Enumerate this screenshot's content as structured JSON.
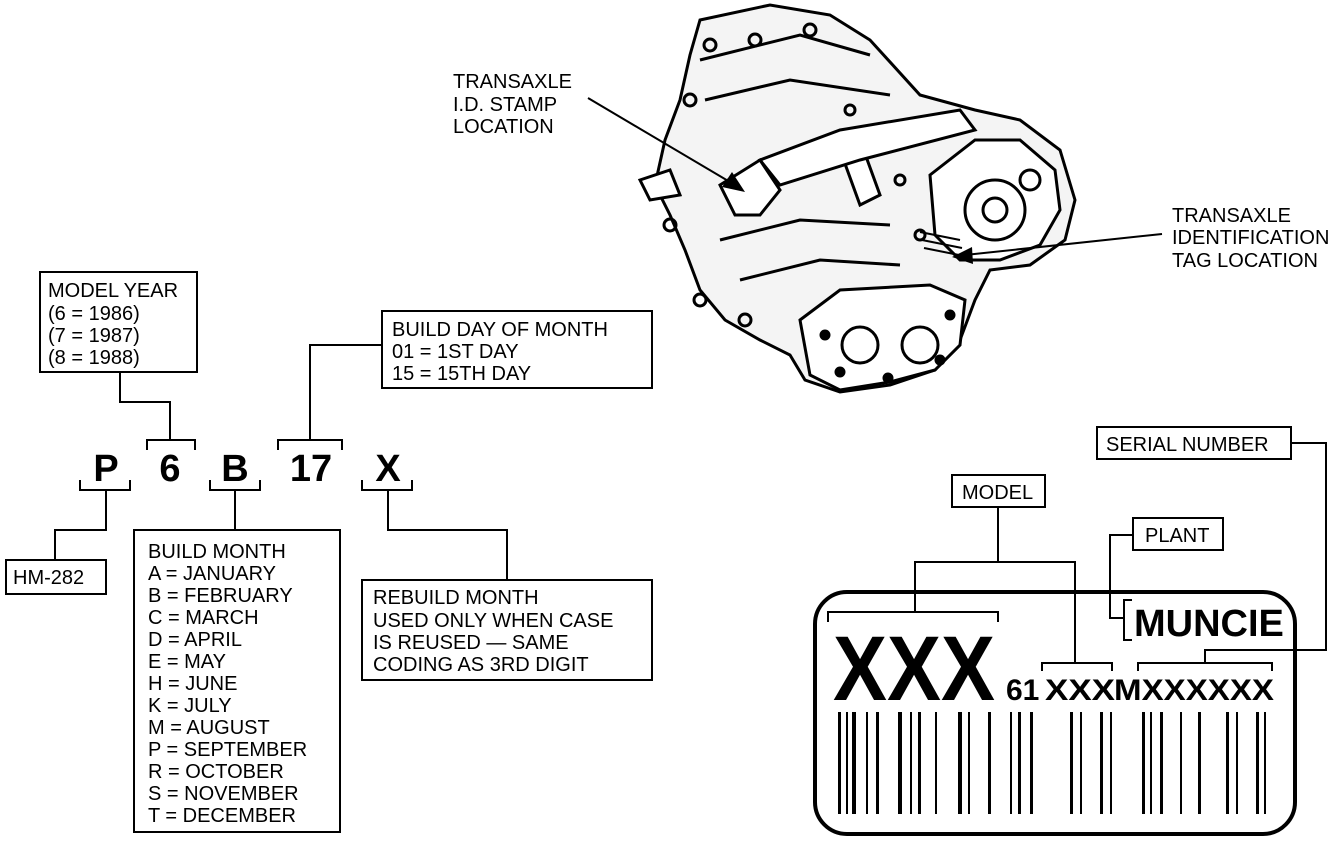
{
  "model_year_box": {
    "title": "MODEL YEAR",
    "lines": [
      "(6 = 1986)",
      "(7 = 1987)",
      "(8 = 1988)"
    ]
  },
  "build_day_box": {
    "title": "BUILD DAY OF MONTH",
    "lines": [
      "01 = 1ST DAY",
      "15 = 15TH DAY"
    ]
  },
  "code_chars": [
    "P",
    "6",
    "B",
    "17",
    "X"
  ],
  "hm_box": {
    "label": "HM-282"
  },
  "build_month_box": {
    "title": "BUILD MONTH",
    "lines": [
      "A = JANUARY",
      "B = FEBRUARY",
      "C = MARCH",
      "D = APRIL",
      "E = MAY",
      "H = JUNE",
      "K = JULY",
      "M = AUGUST",
      "P = SEPTEMBER",
      "R = OCTOBER",
      "S = NOVEMBER",
      "T = DECEMBER"
    ]
  },
  "rebuild_box": {
    "lines": [
      "REBUILD MONTH",
      "USED ONLY WHEN CASE",
      "IS REUSED — SAME",
      "CODING AS 3RD DIGIT"
    ]
  },
  "callouts": {
    "stamp": [
      "TRANSAXLE",
      "I.D. STAMP",
      "LOCATION"
    ],
    "tag": [
      "TRANSAXLE",
      "IDENTIFICATION",
      "TAG LOCATION"
    ]
  },
  "tag_labels": {
    "serial": "SERIAL NUMBER",
    "model": "MODEL",
    "plant": "PLANT"
  },
  "tag": {
    "big_code": "XXX",
    "brand": "MUNCIE",
    "serial_prefix": "61",
    "model_code": "XXX",
    "serial_code": "MXXXXXX"
  }
}
